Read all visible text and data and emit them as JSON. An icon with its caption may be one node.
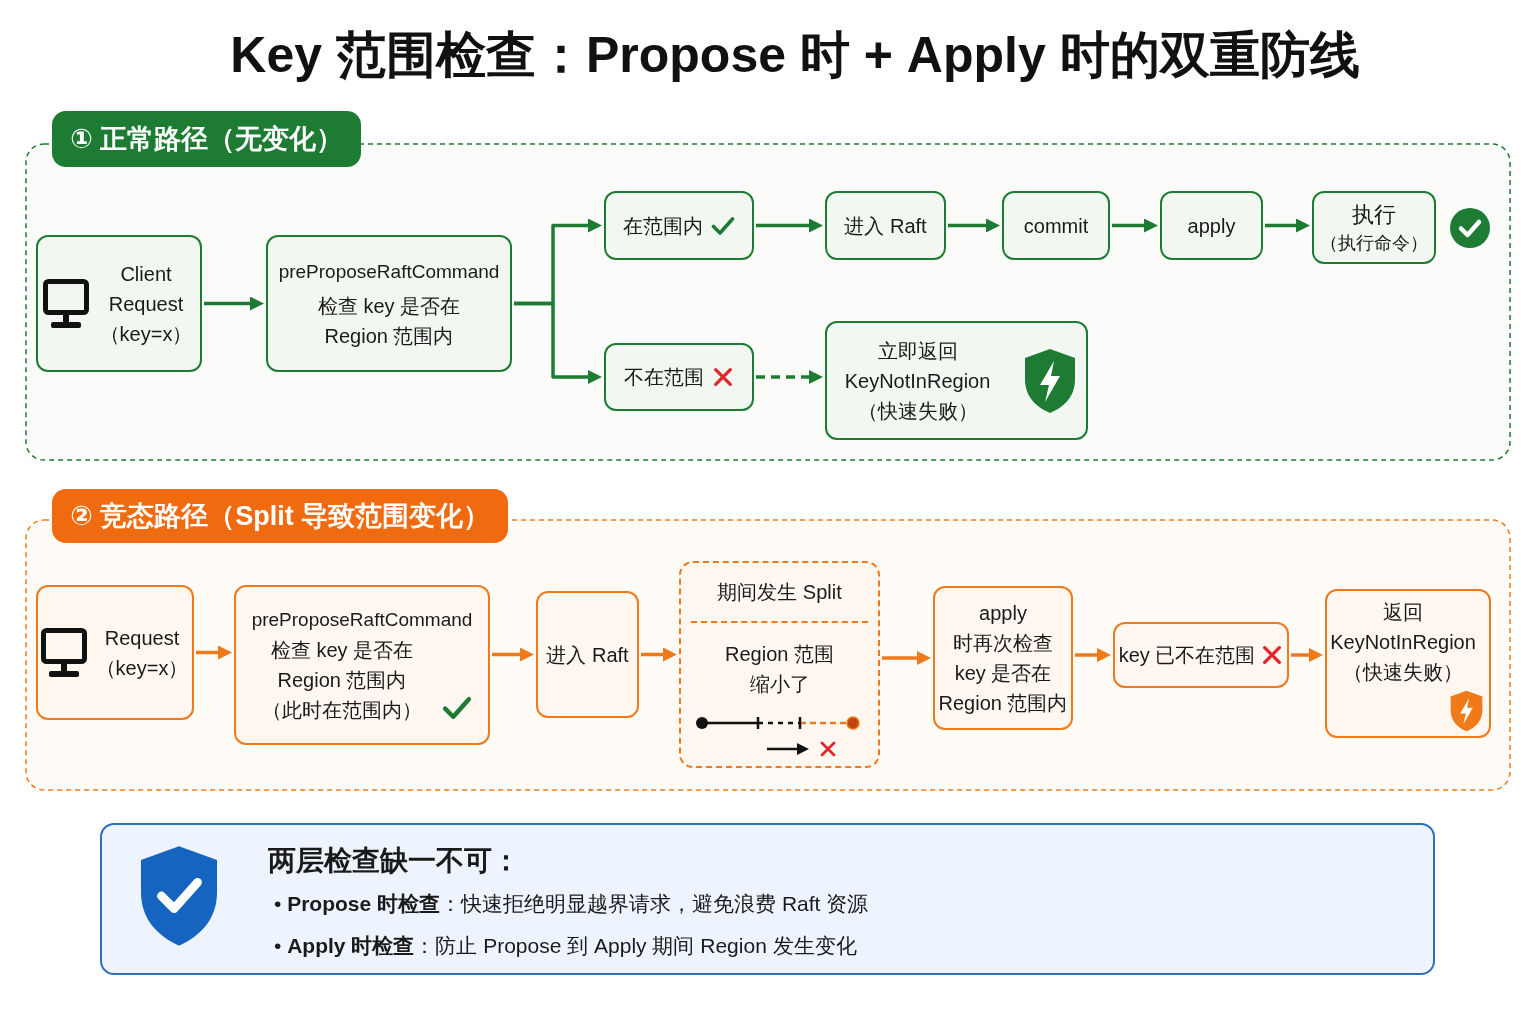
{
  "diagram": {
    "title": "Key 范围检查：Propose 时 + Apply 时的双重防线",
    "nodes": [
      {
        "text": [
          "① 正常路径（无变化）"
        ]
      },
      {
        "text": [
          "Client Request （key=x）"
        ],
        "in": 0
      },
      {
        "text": [
          "preProposeRaftCommand",
          "检查 key 是否在 Region 范围内"
        ],
        "in": 0
      },
      {
        "text": [
          "在范围内"
        ],
        "in": 0
      },
      {
        "text": [
          "进入 Raft"
        ],
        "in": 0
      },
      {
        "text": [
          "commit"
        ],
        "in": 0
      },
      {
        "text": [
          "apply"
        ],
        "in": 0
      },
      {
        "text": [
          "执行",
          "（执行命令）"
        ],
        "in": 0
      },
      {
        "text": [
          "不在范围"
        ],
        "in": 0
      },
      {
        "text": [
          "立即返回 KeyNotInRegion （快速失败）"
        ],
        "in": 0
      },
      {
        "text": [
          "② 竞态路径（Split 导致范围变化）"
        ]
      },
      {
        "text": [
          "Request （key=x）"
        ],
        "in": 10
      },
      {
        "text": [
          "preProposeRaftCommand",
          "检查 key 是否在 Region 范围内",
          "（此时在范围内）"
        ],
        "in": 10
      },
      {
        "text": [
          "进入 Raft"
        ],
        "in": 10
      },
      {
        "text": [
          "期间发生 Split",
          "Region 范围缩小了"
        ],
        "in": 10
      },
      {
        "text": [
          "apply 时再次检查 key 是否在 Region 范围内"
        ],
        "in": 10
      },
      {
        "text": [
          "key 已不在范围"
        ],
        "in": 10
      },
      {
        "text": [
          "返回 KeyNotInRegion （快速失败）"
        ],
        "in": 10
      },
      {
        "text": [
          "两层检查缺一不可：",
          "• **Propose 时检查**：快速拒绝明显越界请求，避免浪费 Raft 资源",
          "• **Apply 时检查**：防止 Propose 到 Apply 期间 Region 发生变化"
        ]
      }
    ],
    "edges": [
      {
        "from": 1,
        "to": 2,
        "arrow": "to"
      },
      {
        "from": 2,
        "to": 3,
        "arrow": "to"
      },
      {
        "from": 2,
        "to": 8,
        "arrow": "to"
      },
      {
        "from": 3,
        "to": 4,
        "arrow": "to"
      },
      {
        "from": 4,
        "to": 5,
        "arrow": "to"
      },
      {
        "from": 5,
        "to": 6,
        "arrow": "to"
      },
      {
        "from": 6,
        "to": 7,
        "arrow": "to"
      },
      {
        "from": 8,
        "to": 9,
        "arrow": "to",
        "style": "dashed"
      },
      {
        "from": 11,
        "to": 12,
        "arrow": "to",
        "color": "#f07a1a"
      },
      {
        "from": 12,
        "to": 13,
        "arrow": "to",
        "color": "#f07a1a"
      },
      {
        "from": 13,
        "to": 14,
        "arrow": "to",
        "color": "#f07a1a"
      },
      {
        "from": 14,
        "to": 15,
        "arrow": "to",
        "color": "#f07a1a"
      },
      {
        "from": 15,
        "to": 16,
        "arrow": "to",
        "color": "#f07a1a"
      },
      {
        "from": 16,
        "to": 17,
        "arrow": "to",
        "color": "#f07a1a"
      }
    ]
  }
}
